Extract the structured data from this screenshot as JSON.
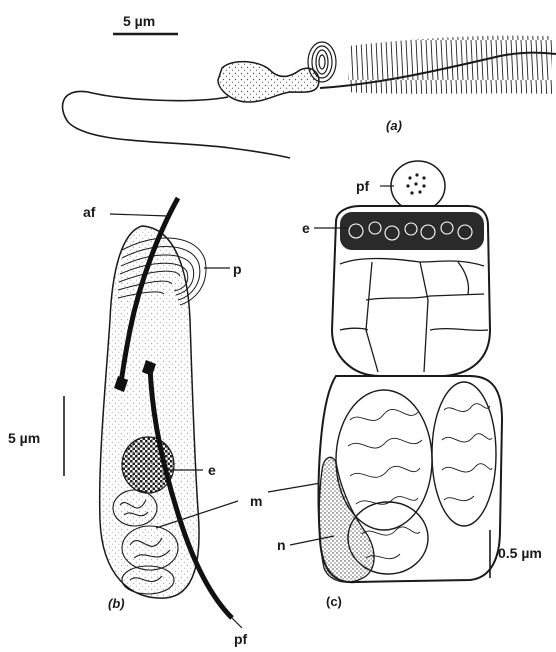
{
  "colors": {
    "ink": "#1a1a1a",
    "paper": "#ffffff",
    "stipple": "#555555"
  },
  "scale_bars": {
    "a": "5 µm",
    "b": "5 µm",
    "c": "0.5 µm"
  },
  "panel_a": {
    "label_prefix": "(",
    "label_letter": "a",
    "label_suffix": ")"
  },
  "panel_b": {
    "label_prefix": "(",
    "label_letter": "b",
    "label_suffix": ")",
    "callouts": {
      "af": "af",
      "p": "p",
      "e": "e",
      "pf": "pf"
    }
  },
  "panel_c": {
    "label": "(c)",
    "callouts": {
      "pf": "pf",
      "e": "e",
      "n": "n"
    }
  },
  "shared_callouts": {
    "m": "m"
  }
}
